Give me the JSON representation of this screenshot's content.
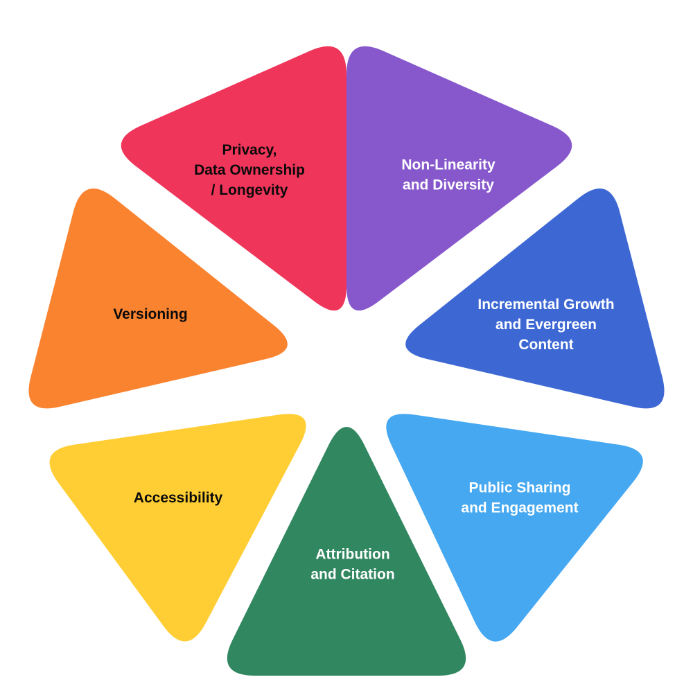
{
  "diagram": {
    "segments": [
      {
        "id": "privacy",
        "lines": [
          "Privacy,",
          "Data Ownership",
          "/ Longevity"
        ],
        "color": "#EF355A",
        "text_color": "#0A0A0A"
      },
      {
        "id": "non-linearity",
        "lines": [
          "Non-Linearity",
          "and Diversity"
        ],
        "color": "#8758CC",
        "text_color": "#FFFFFF"
      },
      {
        "id": "incremental-growth",
        "lines": [
          "Incremental Growth",
          "and Evergreen",
          "Content"
        ],
        "color": "#3D68D4",
        "text_color": "#FFFFFF"
      },
      {
        "id": "public-sharing",
        "lines": [
          "Public Sharing",
          "and Engagement"
        ],
        "color": "#46A8F0",
        "text_color": "#FFFFFF"
      },
      {
        "id": "attribution",
        "lines": [
          "Attribution",
          "and Citation"
        ],
        "color": "#318760",
        "text_color": "#FFFFFF"
      },
      {
        "id": "accessibility",
        "lines": [
          "Accessibility"
        ],
        "color": "#FFCE35",
        "text_color": "#0A0A0A"
      },
      {
        "id": "versioning",
        "lines": [
          "Versioning"
        ],
        "color": "#FA8330",
        "text_color": "#0A0A0A"
      }
    ]
  }
}
